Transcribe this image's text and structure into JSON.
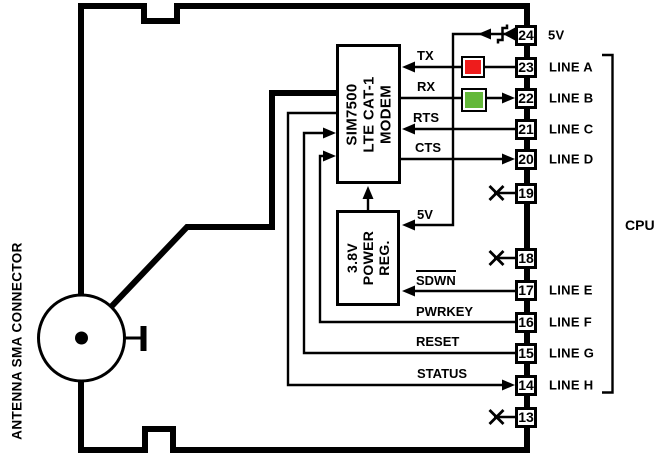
{
  "diagram": {
    "antenna_label": "ANTENNA SMA CONNECTOR",
    "modem": {
      "title_lines": [
        "SIM7500",
        "LTE CAT-1",
        "MODEM"
      ]
    },
    "power_reg": {
      "title_lines": [
        "3.8V",
        "POWER",
        "REG."
      ]
    },
    "cpu_label": "CPU",
    "signals": {
      "tx": "TX",
      "rx": "RX",
      "rts": "RTS",
      "cts": "CTS",
      "v5_pin": "5V",
      "v5_reg": "5V",
      "sdwn": "SDWN",
      "pwrkey": "PWRKEY",
      "reset": "RESET",
      "status": "STATUS"
    },
    "leds": {
      "tx_color": "#ee1c1c",
      "rx_color": "#64b83a"
    },
    "colors": {
      "line": "#000000",
      "background": "#ffffff"
    },
    "pins": [
      {
        "number": "24",
        "label": "5V"
      },
      {
        "number": "23",
        "label": "LINE A"
      },
      {
        "number": "22",
        "label": "LINE B"
      },
      {
        "number": "21",
        "label": "LINE C"
      },
      {
        "number": "20",
        "label": "LINE D"
      },
      {
        "number": "19",
        "label": ""
      },
      {
        "number": "18",
        "label": ""
      },
      {
        "number": "17",
        "label": "LINE E"
      },
      {
        "number": "16",
        "label": "LINE F"
      },
      {
        "number": "15",
        "label": "LINE G"
      },
      {
        "number": "14",
        "label": "LINE H"
      },
      {
        "number": "13",
        "label": ""
      }
    ]
  }
}
